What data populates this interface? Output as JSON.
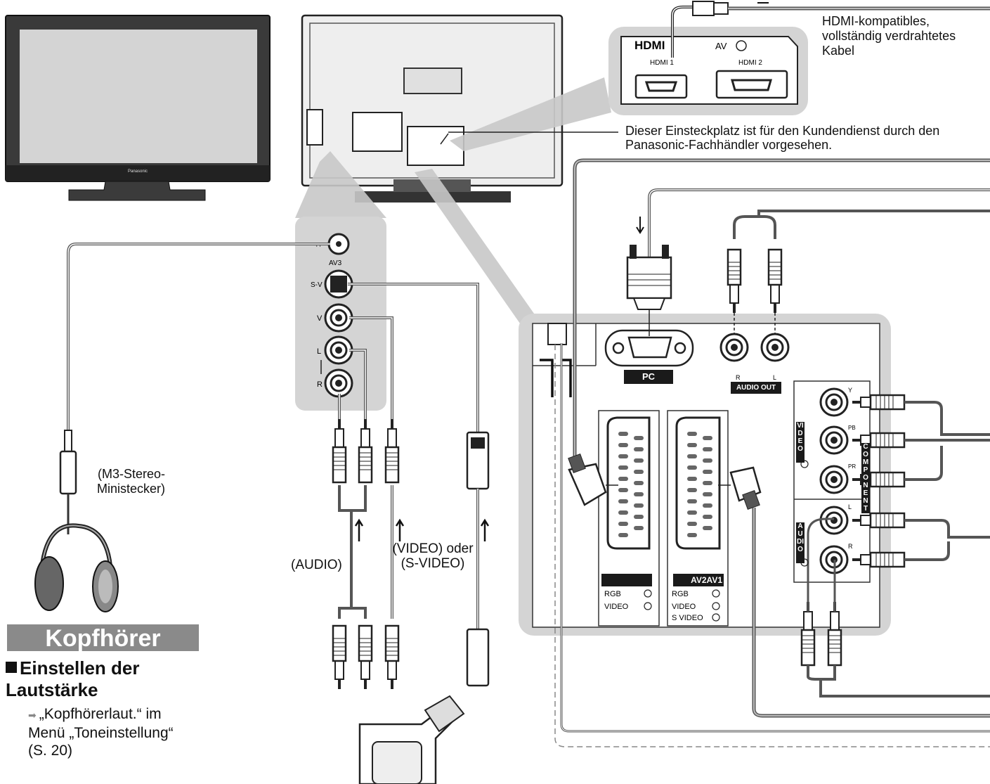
{
  "labels": {
    "hdmi_cable": "HDMI-kompatibles, vollständig verdrahtetes Kabel",
    "service_slot": "Dieser Einsteckplatz ist für den Kundendienst durch den Panasonic-Fachhändler vorgesehen.",
    "mini_plug": "(M3-Stereo-Ministecker)",
    "audio": "(AUDIO)",
    "video_or_svideo": "(VIDEO) oder (S-VIDEO)",
    "headphones_banner": "Kopfhörer",
    "volume_heading": "Einstellen der Lautstärke",
    "volume_ref": "„Kopfhörerlaut.“ im Menü „Toneinstellung“ (S. 20)",
    "tv_brand": "Panasonic"
  },
  "hdmi_panel": {
    "logo": "HDMI",
    "av_label": "AV",
    "port1": "HDMI 1",
    "port2": "HDMI 2"
  },
  "side_panel": {
    "av3": "AV3",
    "sv": "S-V",
    "v": "V",
    "l": "L",
    "r": "R"
  },
  "rear_panel": {
    "pc": "PC",
    "audio_out": "AUDIO OUT",
    "audio_out_r": "R",
    "audio_out_l": "L",
    "component_y": "Y",
    "component_pb": "PB",
    "component_pr": "PR",
    "audio_l": "L",
    "audio_r": "R",
    "video_vert": "VIDEO",
    "audio_vert": "AUDIO",
    "component_vert": "COMPONENT",
    "av1_rgb": "RGB",
    "av1_video": "VIDEO",
    "av2_title": "AV2AV1",
    "av2_rgb": "RGB",
    "av2_video": "VIDEO",
    "av2_svideo": "S VIDEO"
  },
  "icons": [
    "headphone-icon",
    "camcorder-icon",
    "scart-connector-icon",
    "rca-plug-icon",
    "hdmi-plug-icon",
    "vga-plug-icon",
    "arrow-icon"
  ]
}
